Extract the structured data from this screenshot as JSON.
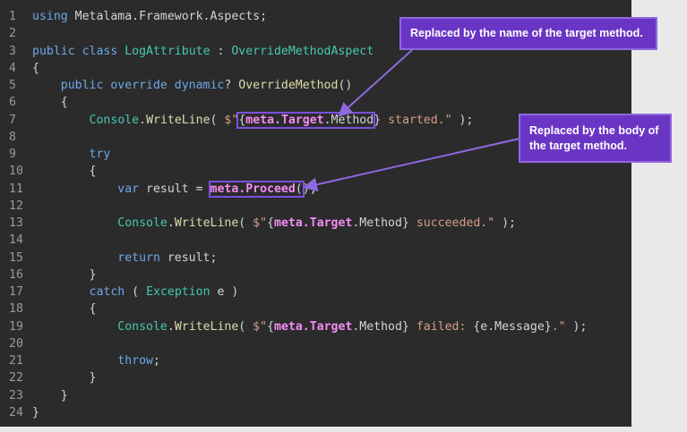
{
  "code_lines": [
    {
      "n": "1",
      "parts": [
        {
          "c": "kw",
          "t": "using"
        },
        {
          "c": "pl",
          "t": " Metalama.Framework.Aspects;"
        }
      ]
    },
    {
      "n": "2",
      "parts": []
    },
    {
      "n": "3",
      "parts": [
        {
          "c": "kw",
          "t": "public class"
        },
        {
          "c": "pl",
          "t": " "
        },
        {
          "c": "ty",
          "t": "LogAttribute"
        },
        {
          "c": "pl",
          "t": " : "
        },
        {
          "c": "ty",
          "t": "OverrideMethodAspect"
        }
      ]
    },
    {
      "n": "4",
      "parts": [
        {
          "c": "pl",
          "t": "{"
        }
      ]
    },
    {
      "n": "5",
      "parts": [
        {
          "c": "pl",
          "t": "    "
        },
        {
          "c": "kw",
          "t": "public override dynamic"
        },
        {
          "c": "pl",
          "t": "? "
        },
        {
          "c": "fn",
          "t": "OverrideMethod"
        },
        {
          "c": "pl",
          "t": "()"
        }
      ]
    },
    {
      "n": "6",
      "parts": [
        {
          "c": "pl",
          "t": "    {"
        }
      ]
    },
    {
      "n": "7",
      "parts": [
        {
          "c": "pl",
          "t": "        "
        },
        {
          "c": "ty",
          "t": "Console"
        },
        {
          "c": "pl",
          "t": "."
        },
        {
          "c": "fn",
          "t": "WriteLine"
        },
        {
          "c": "pl",
          "t": "( "
        },
        {
          "c": "st",
          "t": "$\""
        },
        {
          "c": "pl hl",
          "t": "{",
          "inner": [
            {
              "c": "meta",
              "t": "meta.Target"
            },
            {
              "c": "pl",
              "t": ".Method"
            }
          ],
          "id": "hl-target"
        },
        {
          "c": "pl",
          "t": "}"
        },
        {
          "c": "st",
          "t": " started.\""
        },
        {
          "c": "pl",
          "t": " );"
        }
      ]
    },
    {
      "n": "8",
      "parts": []
    },
    {
      "n": "9",
      "parts": [
        {
          "c": "pl",
          "t": "        "
        },
        {
          "c": "kw",
          "t": "try"
        }
      ]
    },
    {
      "n": "10",
      "parts": [
        {
          "c": "pl",
          "t": "        {"
        }
      ]
    },
    {
      "n": "11",
      "parts": [
        {
          "c": "pl",
          "t": "            "
        },
        {
          "c": "kw",
          "t": "var"
        },
        {
          "c": "pl",
          "t": " result = "
        },
        {
          "c": "hlbox",
          "t": "",
          "inner": [
            {
              "c": "meta",
              "t": "meta.Proceed"
            },
            {
              "c": "pl",
              "t": "("
            }
          ],
          "id": "hl-proceed"
        },
        {
          "c": "pl",
          "t": ");"
        }
      ]
    },
    {
      "n": "12",
      "parts": []
    },
    {
      "n": "13",
      "parts": [
        {
          "c": "pl",
          "t": "            "
        },
        {
          "c": "ty",
          "t": "Console"
        },
        {
          "c": "pl",
          "t": "."
        },
        {
          "c": "fn",
          "t": "WriteLine"
        },
        {
          "c": "pl",
          "t": "( "
        },
        {
          "c": "st",
          "t": "$\""
        },
        {
          "c": "pl",
          "t": "{"
        },
        {
          "c": "meta",
          "t": "meta.Target"
        },
        {
          "c": "pl",
          "t": ".Method}"
        },
        {
          "c": "st",
          "t": " succeeded.\""
        },
        {
          "c": "pl",
          "t": " );"
        }
      ]
    },
    {
      "n": "14",
      "parts": []
    },
    {
      "n": "15",
      "parts": [
        {
          "c": "pl",
          "t": "            "
        },
        {
          "c": "kw",
          "t": "return"
        },
        {
          "c": "pl",
          "t": " result;"
        }
      ]
    },
    {
      "n": "16",
      "parts": [
        {
          "c": "pl",
          "t": "        }"
        }
      ]
    },
    {
      "n": "17",
      "parts": [
        {
          "c": "pl",
          "t": "        "
        },
        {
          "c": "kw",
          "t": "catch"
        },
        {
          "c": "pl",
          "t": " ( "
        },
        {
          "c": "ty",
          "t": "Exception"
        },
        {
          "c": "pl",
          "t": " e )"
        }
      ]
    },
    {
      "n": "18",
      "parts": [
        {
          "c": "pl",
          "t": "        {"
        }
      ]
    },
    {
      "n": "19",
      "parts": [
        {
          "c": "pl",
          "t": "            "
        },
        {
          "c": "ty",
          "t": "Console"
        },
        {
          "c": "pl",
          "t": "."
        },
        {
          "c": "fn",
          "t": "WriteLine"
        },
        {
          "c": "pl",
          "t": "( "
        },
        {
          "c": "st",
          "t": "$\""
        },
        {
          "c": "pl",
          "t": "{"
        },
        {
          "c": "meta",
          "t": "meta.Target"
        },
        {
          "c": "pl",
          "t": ".Method}"
        },
        {
          "c": "st",
          "t": " failed: "
        },
        {
          "c": "pl",
          "t": "{e.Message}"
        },
        {
          "c": "st",
          "t": ".\""
        },
        {
          "c": "pl",
          "t": " );"
        }
      ]
    },
    {
      "n": "20",
      "parts": []
    },
    {
      "n": "21",
      "parts": [
        {
          "c": "pl",
          "t": "            "
        },
        {
          "c": "kw",
          "t": "throw"
        },
        {
          "c": "pl",
          "t": ";"
        }
      ]
    },
    {
      "n": "22",
      "parts": [
        {
          "c": "pl",
          "t": "        }"
        }
      ]
    },
    {
      "n": "23",
      "parts": [
        {
          "c": "pl",
          "t": "    }"
        }
      ]
    },
    {
      "n": "24",
      "parts": [
        {
          "c": "pl",
          "t": "}"
        }
      ]
    }
  ],
  "callouts": {
    "method_name": "Replaced by the name of the target method.",
    "method_body": "Replaced by the body of the target method."
  },
  "colors": {
    "editor_background": "#2b2b2b",
    "callout_background": "#6a35c4",
    "highlight_outline": "#7b4fe0",
    "keyword": "#6ca8e8",
    "type": "#45c9b0",
    "string": "#d69d85",
    "meta": "#f58cf5"
  }
}
